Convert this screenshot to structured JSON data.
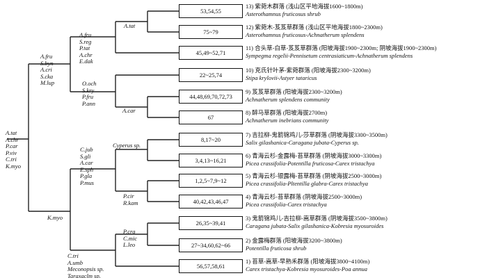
{
  "node_labels": {
    "root": [
      "A.tat",
      "A.chr",
      "P.car",
      "P.viv",
      "C.tri",
      "K.myo"
    ],
    "upper": [
      "A.fru",
      "S.byn",
      "A.cri",
      "S.cka",
      "M.lup"
    ],
    "upper_a": [
      "A.fru",
      "S.reg",
      "P.tat",
      "A.chr",
      "E.dak"
    ],
    "a_tat": [
      "A.tat"
    ],
    "upper_b": [
      "O.och",
      "S.kry",
      "P.fru",
      "P.ann"
    ],
    "a_car": [
      "A.car"
    ],
    "lower": [
      "K.myo"
    ],
    "lower_a": [
      "C.jub",
      "S.gli",
      "A.car",
      "E.sph",
      "P.gla",
      "P.mus"
    ],
    "cyperus": [
      "Cyperus sp."
    ],
    "p_cir": [
      "P.cir",
      "R.kam"
    ],
    "lower_b": [
      "C.tri",
      "A.umb",
      "Meconopsis sp.",
      "Taraxaclm sp."
    ],
    "p_cra": [
      "P.cra",
      "C.mic",
      "L.leo"
    ]
  },
  "communities": [
    {
      "plots": "53,54,55",
      "zh": "13) 紫菀木群落 (浅山区平地海拔1600~1800m)",
      "latin": "Asterothamnus fruticosus shrub"
    },
    {
      "plots": "75~79",
      "zh": "12) 紫菀木-芨芨草群落 (浅山区平地海拔1800~2300m)",
      "latin": "Asterothamnus  fruticosus-Achnatherum splendens"
    },
    {
      "plots": "45,49~52,71",
      "zh": "11) 合头草-白草-芨芨草群落 (阳坡海拔1900~2300m; 阴坡海拔1900~2300m)",
      "latin": "Sympegma regelii-Pennisetum centrasiaticum-Achnatherum splendens"
    },
    {
      "plots": "22~25,74",
      "zh": "10) 克氏针叶茅-紫菀群落 (阳坡海拔2300~3200m)",
      "latin": "Stipa krylovii-Astyer tataricus"
    },
    {
      "plots": "44,48,69,70,72,73",
      "zh": "9) 芨芨草群落 (阳坡海拔2300~3200m)",
      "latin": "Achnatherum splendens community"
    },
    {
      "plots": "67",
      "zh": "8) 醉马草群落 (阳坡海拔2700m)",
      "latin": "Achnatherum inebrians community"
    },
    {
      "plots": "8,17~20",
      "zh": "7) 吉拉柳-鬼箭锦鸡儿-莎草群落 (阴坡海拔3300~3500m)",
      "latin": "Salix gilashanica-Caragana jubata-Cyperus sp."
    },
    {
      "plots": "3,4,13~16,21",
      "zh": "6) 青海云杉-金露梅-苔草群落 (阴坡海拔3000~3300m)",
      "latin": "Picea crassifolia-Potentilla fruticosa-Carex tristachya"
    },
    {
      "plots": "1,2,5~7,9~12",
      "zh": "5) 青海云杉-银露梅-苔草群落 (阴坡海拔2500~3000m)",
      "latin": "Picea crassifolia-Pltentilla glabra-Carex tristachya"
    },
    {
      "plots": "40,42,43,46,47",
      "zh": "4) 青海云杉-苔草群落 (阴坡海拔2500~3000m)",
      "latin": "Picea crassifolia-Carex tristachya"
    },
    {
      "plots": "26,35~39,41",
      "zh": "3) 鬼箭锦鸡儿-吉拉柳-嵩草群落 (阴坡海拔3500~3800m)",
      "latin": "Caragana jubata-Salix gilashanica-Kobresia myosuroides"
    },
    {
      "plots": "27~34,60,62~66",
      "zh": "2) 金露梅群落 (阳坡海拔3200~3800m)",
      "latin": "Potentilla fruticosa shrub"
    },
    {
      "plots": "56,57,58,61",
      "zh": "1) 苔草-嵩草-早熟禾群落 (阳坡海拔3800~4100m)",
      "latin": "Carex tristachya-Kobresia myosuroides-Poa annua"
    }
  ]
}
